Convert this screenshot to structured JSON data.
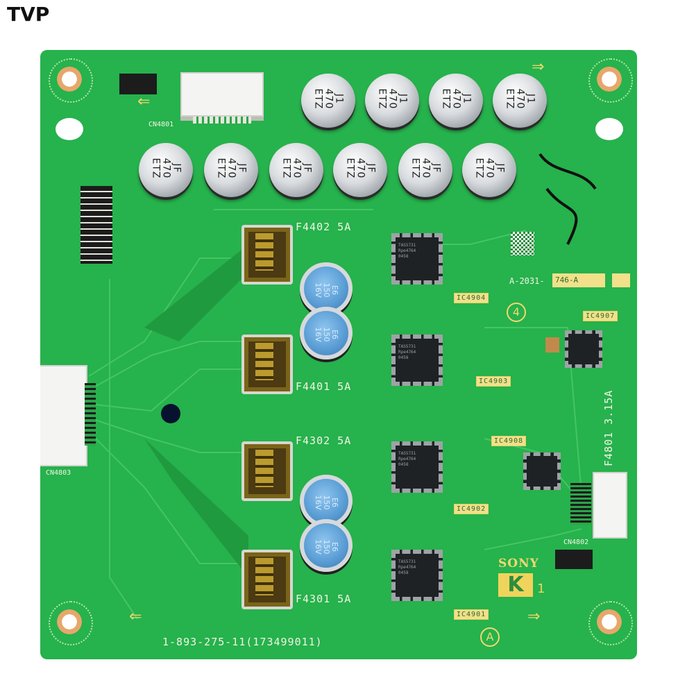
{
  "image_tag": "TVP",
  "board": {
    "fuse_labels": [
      "F4402 5A",
      "F4401 5A",
      "F4302 5A",
      "F4301 5A",
      "F4801 3.15A"
    ],
    "ic_labels": [
      "IC4904",
      "IC4903",
      "IC4908",
      "IC4902",
      "IC4901",
      "IC4907"
    ],
    "connector_labels": [
      "CN4801",
      "CN4803",
      "CN4802"
    ],
    "part_number": "1-893-275-11(173499011)",
    "board_code": "A-2031-",
    "board_code_suffix": "746-A",
    "brand": "SONY",
    "board_letter": "K",
    "board_number": "1",
    "marker_4": "4",
    "marker_a": "A",
    "cap_top_text": "J1\n470\nETZ",
    "cap_mid_text": "JF\n470\nETZ",
    "blue_cap_text": "E6\n150\n16V",
    "chip_text": "TAS5731\nRpe4764\n0458"
  },
  "colors": {
    "pcb": "#26b24c",
    "silkscreen": "#f3f3e6",
    "ink_marking": "#111111"
  }
}
